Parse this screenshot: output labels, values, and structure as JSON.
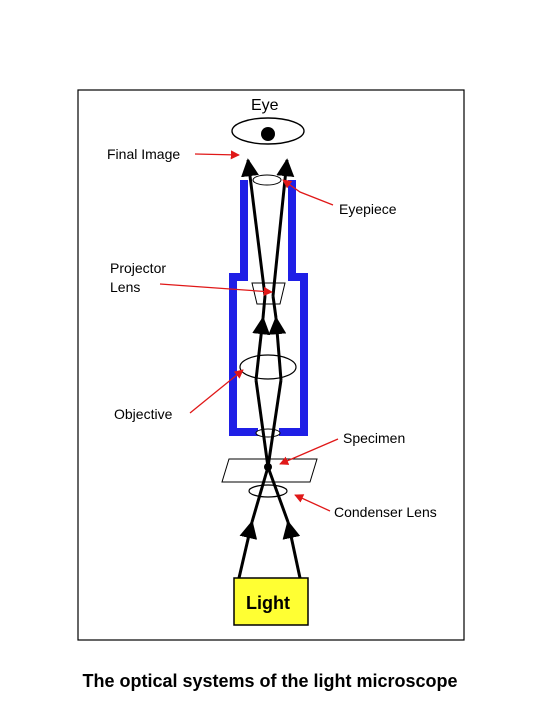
{
  "labels": {
    "eye": "Eye",
    "final_image": "Final Image",
    "eyepiece": "Eyepiece",
    "projector_lens_1": "Projector",
    "projector_lens_2": "Lens",
    "objective": "Objective",
    "specimen": "Specimen",
    "condenser_lens": "Condenser Lens",
    "light": "Light"
  },
  "caption": "The optical systems of the light microscope",
  "colors": {
    "tube": "#1f1fe6",
    "pointer": "#e01818",
    "light_box": "#ffff33",
    "frame": "#000000"
  }
}
